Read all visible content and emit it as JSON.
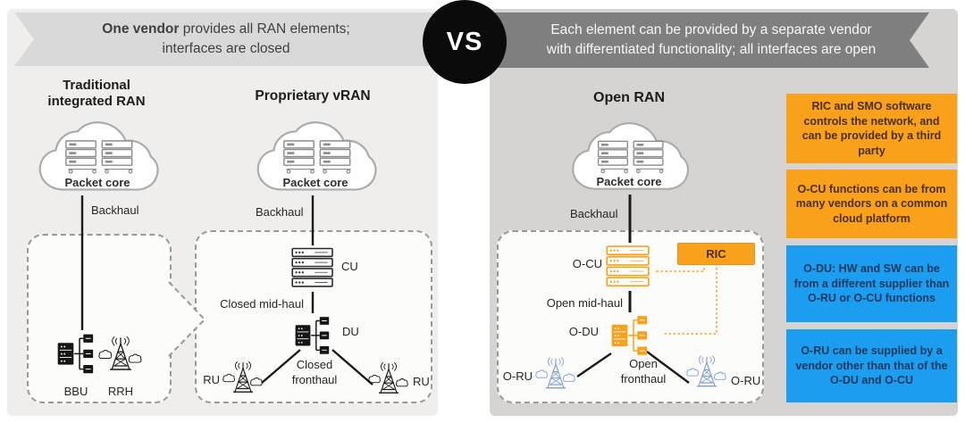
{
  "vs_badge": {
    "label": "VS"
  },
  "banner_left": {
    "bold": "One vendor",
    "line1_rest": " provides all RAN elements;",
    "line2": "interfaces are closed"
  },
  "banner_right": {
    "line1": "Each element can be provided by a separate vendor",
    "line2": "with differentiated functionality; all interfaces are open"
  },
  "traditional": {
    "title_line1": "Traditional",
    "title_line2": "integrated RAN",
    "cloud_label": "Packet core",
    "backhaul_label": "Backhaul",
    "bbu_label": "BBU",
    "rrh_label": "RRH"
  },
  "vran": {
    "title": "Proprietary vRAN",
    "cloud_label": "Packet core",
    "backhaul_label": "Backhaul",
    "cu_label": "CU",
    "midhaul_label": "Closed mid-haul",
    "du_label": "DU",
    "ru_left_label": "RU",
    "ru_right_label": "RU",
    "fronthaul_line1": "Closed",
    "fronthaul_line2": "fronthaul"
  },
  "openran": {
    "title": "Open RAN",
    "cloud_label": "Packet core",
    "backhaul_label": "Backhaul",
    "ocu_label": "O-CU",
    "ric_label": "RIC",
    "midhaul_label": "Open mid-haul",
    "odu_label": "O-DU",
    "oru_left_label": "O-RU",
    "oru_right_label": "O-RU",
    "fronthaul_line1": "Open",
    "fronthaul_line2": "fronthaul"
  },
  "info_boxes": [
    {
      "text": "RIC and SMO software controls the network, and can be provided by a third party",
      "color": "#F9A11B"
    },
    {
      "text": "O-CU functions can be from many vendors on a common cloud platform",
      "color": "#F9A11B"
    },
    {
      "text": "O-DU: HW and SW can be from a different supplier than O-RU or O-CU functions",
      "color": "#1B9DF0"
    },
    {
      "text": "O-RU can be supplied by a vendor other than that of the O-DU and O-CU",
      "color": "#1B9DF0"
    }
  ],
  "colors": {
    "accent_orange": "#F9A11B",
    "accent_blue": "#1B9DF0",
    "banner_left_bg": "#D9D9D9",
    "banner_right_bg": "#7F7F7F",
    "panel_left_bg": "#EFEEEC",
    "panel_right_bg": "#D5D4D3",
    "tower_blue": "#7F9ED1",
    "vs_bg": "#0B0B0B"
  }
}
